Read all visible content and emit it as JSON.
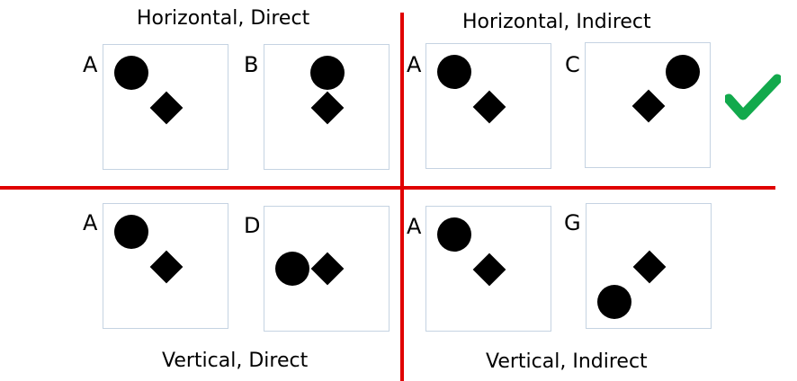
{
  "quadrants": {
    "top_left": {
      "title": "Horizontal, Direct"
    },
    "top_right": {
      "title": "Horizontal, Indirect"
    },
    "bottom_left": {
      "title": "Vertical, Direct"
    },
    "bottom_right": {
      "title": "Vertical, Indirect"
    }
  },
  "panels": {
    "tl_a": {
      "letter": "A"
    },
    "tl_b": {
      "letter": "B"
    },
    "tr_a": {
      "letter": "A"
    },
    "tr_c": {
      "letter": "C"
    },
    "bl_a": {
      "letter": "A"
    },
    "bl_d": {
      "letter": "D"
    },
    "br_a": {
      "letter": "A"
    },
    "br_g": {
      "letter": "G"
    }
  },
  "colors": {
    "divider": "#e00000",
    "check": "#12a94c",
    "panel_border": "#c5d3e2",
    "shape": "#000000"
  },
  "icons": {
    "check": "check-icon"
  }
}
